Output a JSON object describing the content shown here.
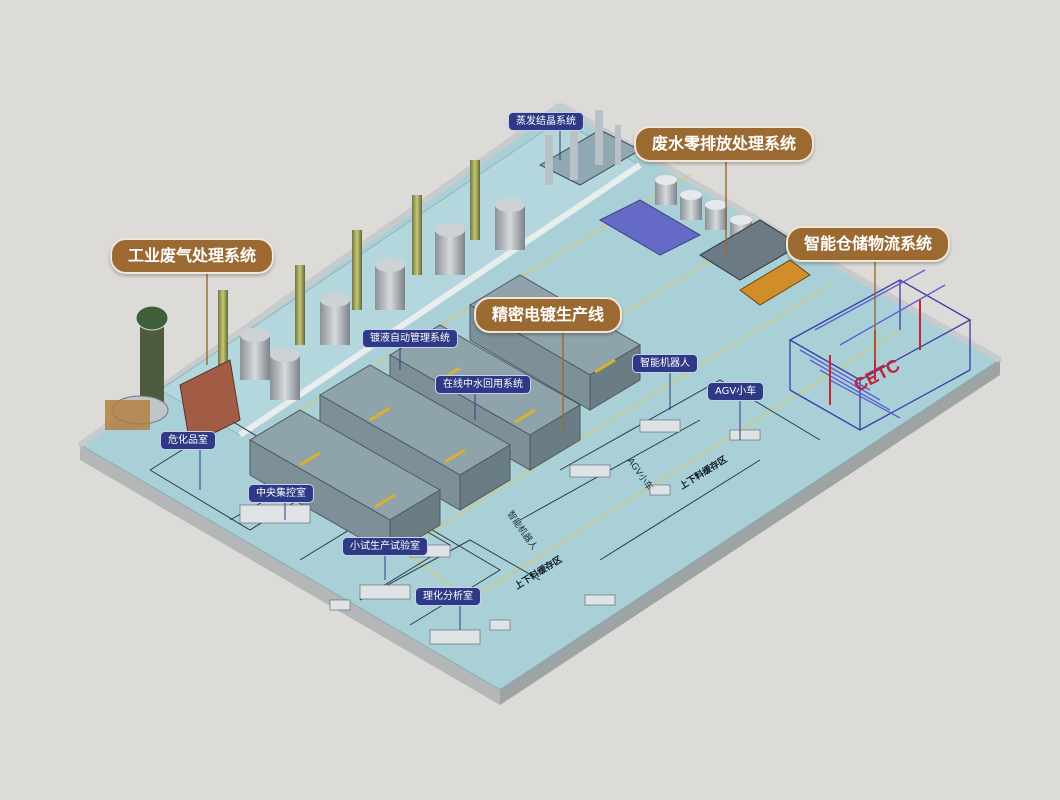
{
  "callouts": {
    "exhaust_gas": "工业废气处理系统",
    "zero_discharge": "废水零排放处理系统",
    "warehouse": "智能仓储物流系统",
    "plating_line": "精密电镀生产线"
  },
  "tags": {
    "evaporation": "蒸发结晶系统",
    "plating_solution": "镀液自动管理系统",
    "water_reuse": "在线中水回用系统",
    "robot": "智能机器人",
    "agv": "AGV小车",
    "hazmat": "危化品室",
    "control_room": "中央集控室",
    "pilot_lab": "小试生产试验室",
    "analysis_room": "理化分析室"
  },
  "floor_labels": {
    "loading_zone_1": "上下料缓存区",
    "loading_zone_2": "上下料缓存区",
    "agv_1": "AGV小车",
    "robot_floor": "智能机器人"
  },
  "logo_text": "CETC",
  "colors": {
    "callout_fill": "#9a6a32",
    "tag_fill": "#2e3a86",
    "floor": "#a9d0d7",
    "wall": "#bfc3c3",
    "rack": "#3b3aa8",
    "rack_accent": "#c2243a"
  }
}
